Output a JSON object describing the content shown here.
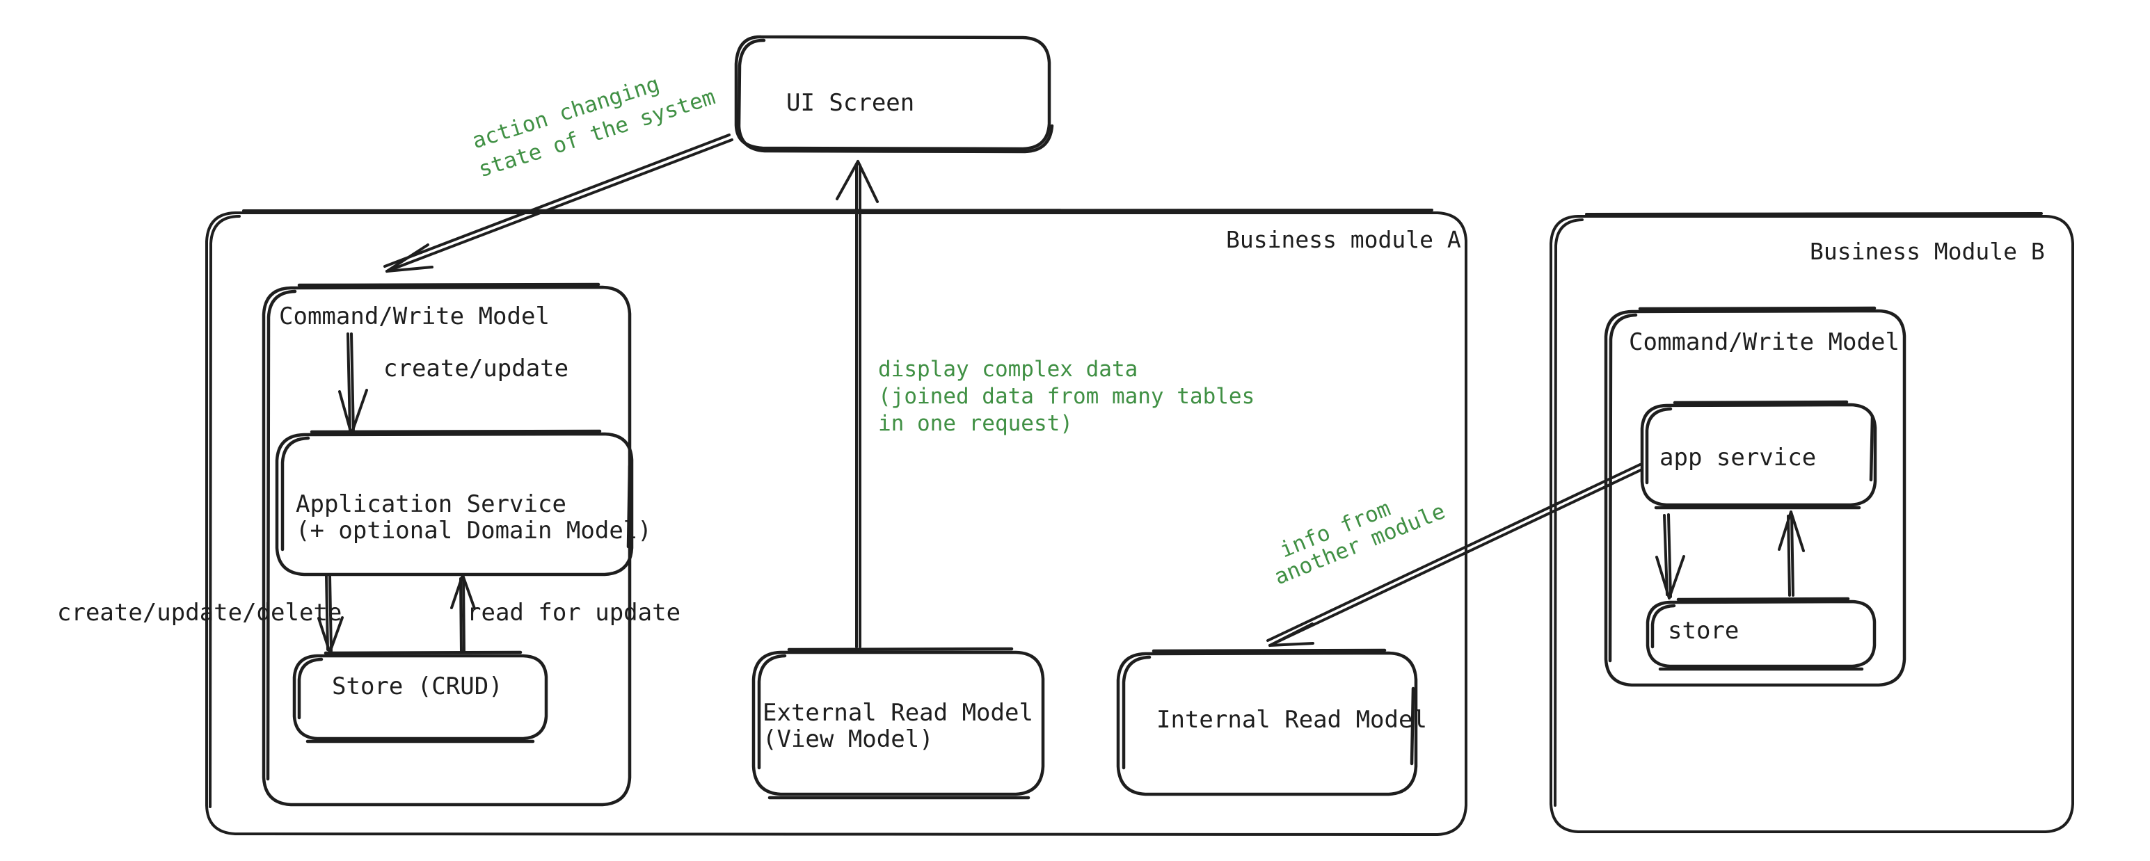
{
  "diagram": {
    "title": "CQRS modular monolith read/write model diagram",
    "background": "#ffffff",
    "stroke_color": "#1e1e1e",
    "accent_green": "#409044",
    "style": "hand-drawn"
  },
  "nodes": {
    "ui_screen": {
      "label": "UI Screen"
    },
    "module_a": {
      "label": "Business module A"
    },
    "module_b": {
      "label": "Business Module B"
    },
    "a_command_write_model": {
      "label": "Command/Write Model"
    },
    "a_application_service": {
      "line1": "Application Service",
      "line2": "(+ optional Domain Model)"
    },
    "a_store": {
      "label": "Store (CRUD)"
    },
    "external_read_model": {
      "line1": "External Read Model",
      "line2": "(View Model)"
    },
    "internal_read_model": {
      "label": "Internal Read Model"
    },
    "b_command_write_model": {
      "label": "Command/Write Model"
    },
    "b_app_service": {
      "label": "app service"
    },
    "b_store": {
      "label": "store"
    }
  },
  "edges": {
    "ui_to_write_model": {
      "line1": "action changing",
      "line2": "state of the system",
      "color": "#409044"
    },
    "read_model_to_ui": {
      "line1": "display complex data",
      "line2": "(joined data from many tables",
      "line3": "in one request)",
      "color": "#409044"
    },
    "module_b_to_internal_read_model": {
      "line1": "info from",
      "line2": "another module",
      "color": "#409044"
    },
    "create_update": {
      "label": "create/update"
    },
    "create_update_delete": {
      "label": "create/update/delete"
    },
    "read_for_update": {
      "label": "read for update"
    }
  }
}
